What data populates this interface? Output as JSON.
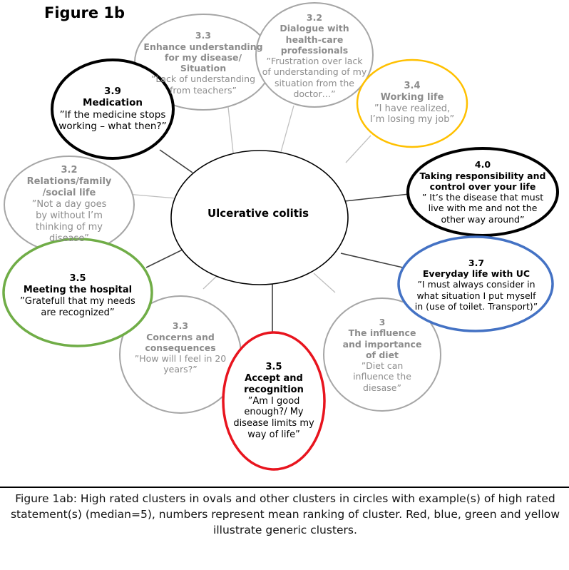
{
  "figure_label": "Figure 1b",
  "center_label": "Ulcerative colitis",
  "clusters": {
    "enhance": {
      "score": "3.3",
      "title": "Enhance understanding for my disease/ Situation",
      "quote": "”Lack of understanding from teachers”"
    },
    "dialogue": {
      "score": "3.2",
      "title": "Dialogue with health-care professionals",
      "quote": "”Frustration over lack of understanding of my situation from the doctor…”"
    },
    "medication": {
      "score": "3.9",
      "title": "Medication",
      "quote": "”If the medicine stops working – what then?”"
    },
    "working": {
      "score": "3.4",
      "title": "Working life",
      "quote": "”I have realized, I’m losing my job”"
    },
    "responsibility": {
      "score": "4.0",
      "title": "Taking responsibility and control over your life",
      "quote": "” It’s the disease that must live with me and not the other way around”"
    },
    "relations": {
      "score": "3.2",
      "title": "Relations/family /social life",
      "quote": "”Not a day goes by without I’m thinking of my disease”"
    },
    "everyday": {
      "score": "3.7",
      "title": "Everyday life with UC",
      "quote": "”I must always consider in what situation I put myself in (use of toilet. Transport)”"
    },
    "hospital": {
      "score": "3.5",
      "title": "Meeting the hospital",
      "quote": "”Gratefull that my needs are recognized”"
    },
    "concerns": {
      "score": "3.3",
      "title": "Concerns and consequences",
      "quote": "”How will I feel in 20 years?”"
    },
    "diet": {
      "score": "3",
      "title": "The influence and importance of diet",
      "quote": "”Diet can influence the diesase”"
    },
    "accept": {
      "score": "3.5",
      "title": "Accept and recognition",
      "quote": "”Am I good enough?/ My disease limits my way of life”"
    }
  },
  "caption": "Figure 1ab: High rated clusters in ovals and other clusters in circles with example(s) of high rated statement(s) (median=5), numbers represent mean ranking of cluster. Red, blue, green and yellow illustrate generic clusters.",
  "colors": {
    "red": "#e8141e",
    "blue": "#4472c4",
    "green": "#70ad47",
    "yellow": "#ffc000",
    "grey_outline": "#a6a6a6",
    "grey_text": "#8c8c8c"
  }
}
